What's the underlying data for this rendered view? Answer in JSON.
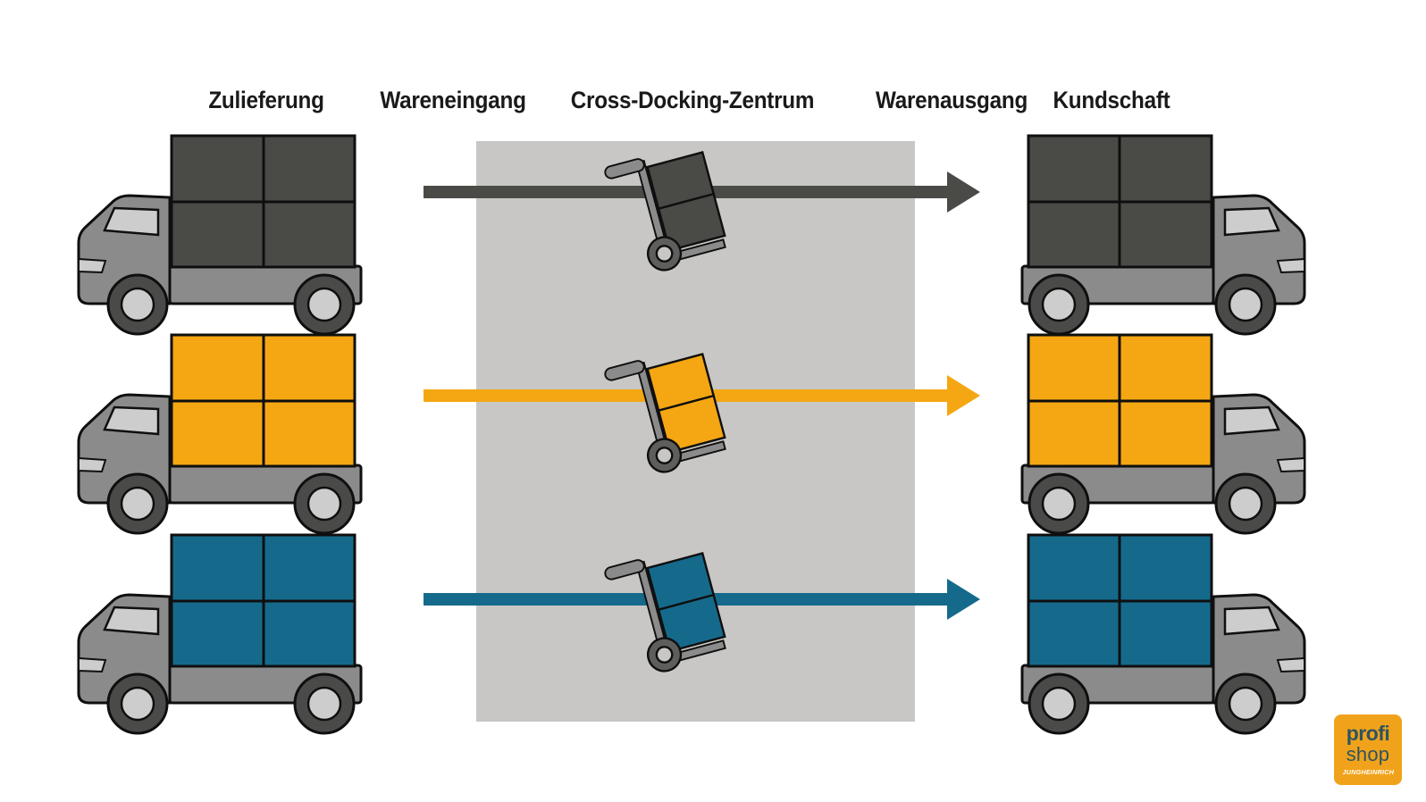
{
  "header": {
    "stages": [
      "Zulieferung",
      "Wareneingang",
      "Cross-Docking-Zentrum",
      "Warenausgang",
      "Kundschaft"
    ]
  },
  "flows": [
    {
      "name": "dark-gray-goods",
      "color": "#4A4A47"
    },
    {
      "name": "orange-goods",
      "color": "#F4A713"
    },
    {
      "name": "blue-goods",
      "color": "#156A8C"
    }
  ],
  "zone": {
    "fill": "#C8C7C5"
  },
  "truck_colors": {
    "body": "#8B8B8B",
    "window": "#CDCDCD",
    "outline": "#0F0F0F"
  },
  "logo": {
    "line1": "profi",
    "line2": "shop",
    "brand": "JUNGHEINRICH",
    "background": "#F0A31A",
    "text_color": "#2F5361"
  }
}
